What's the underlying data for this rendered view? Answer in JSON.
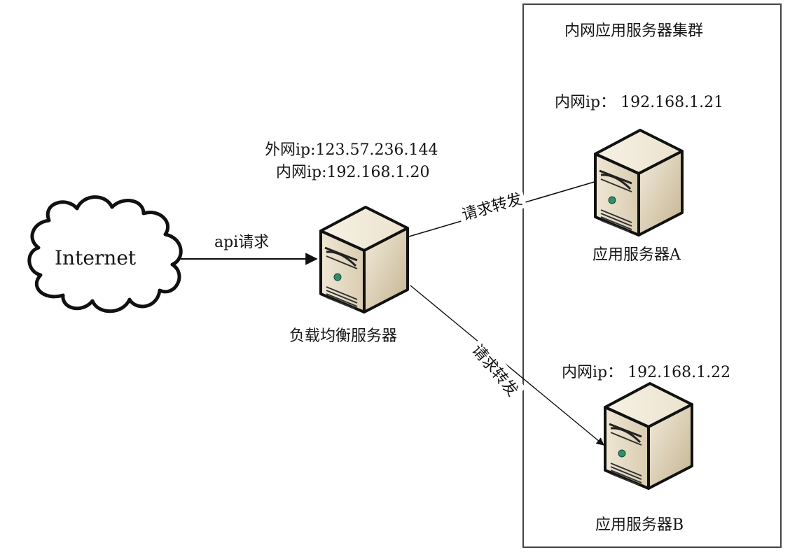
{
  "diagram": {
    "title": "负载均衡架构示意图",
    "internet": {
      "label": "Internet",
      "icon": "cloud-icon"
    },
    "api_request_label": "api请求",
    "load_balancer": {
      "label": "负载均衡服务器",
      "public_ip_line": "外网ip:123.57.236.144",
      "private_ip_line": "内网ip:192.168.1.20",
      "icon": "server-icon"
    },
    "cluster": {
      "title": "内网应用服务器集群",
      "servers": [
        {
          "label": "应用服务器A",
          "ip_line": "内网ip： 192.168.1.21",
          "icon": "server-icon"
        },
        {
          "label": "应用服务器B",
          "ip_line": "内网ip： 192.168.1.22",
          "icon": "server-icon"
        }
      ]
    },
    "edges": [
      {
        "from": "Internet",
        "to": "负载均衡服务器",
        "label": "api请求"
      },
      {
        "from": "负载均衡服务器",
        "to": "应用服务器A",
        "label": "请求转发"
      },
      {
        "from": "负载均衡服务器",
        "to": "应用服务器B",
        "label": "请求转发"
      }
    ]
  }
}
